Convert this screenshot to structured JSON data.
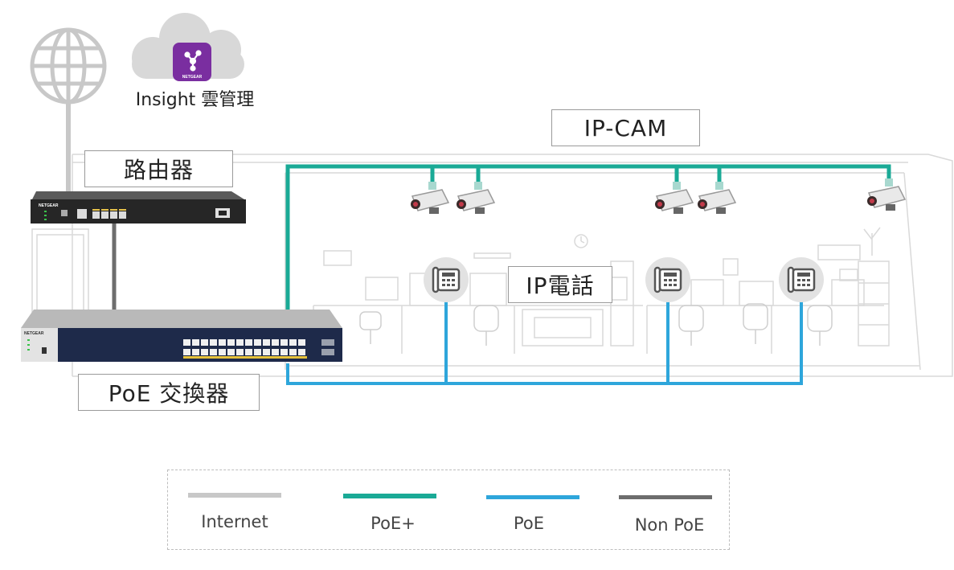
{
  "diagram": {
    "cloud_label": "Insight 雲管理",
    "router_label": "路由器",
    "switch_label": "PoE 交換器",
    "ipcam_label": "IP-CAM",
    "phone_label": "IP電話",
    "router_brand": "NETGEAR",
    "switch_brand": "NETGEAR",
    "app_brand": "NETGEAR"
  },
  "legend": {
    "items": [
      {
        "label": "Internet",
        "color": "#c8c8c8"
      },
      {
        "label": "PoE+",
        "color": "#1aaa96"
      },
      {
        "label": "PoE",
        "color": "#2ea6db"
      },
      {
        "label": "Non PoE",
        "color": "#6d6d6d"
      }
    ]
  },
  "colors": {
    "internet": "#c8c8c8",
    "poe_plus": "#1aaa96",
    "poe": "#2ea6db",
    "non_poe": "#6d6d6d",
    "insight_app": "#7a2ea0",
    "switch_panel": "#1e2a4a"
  }
}
